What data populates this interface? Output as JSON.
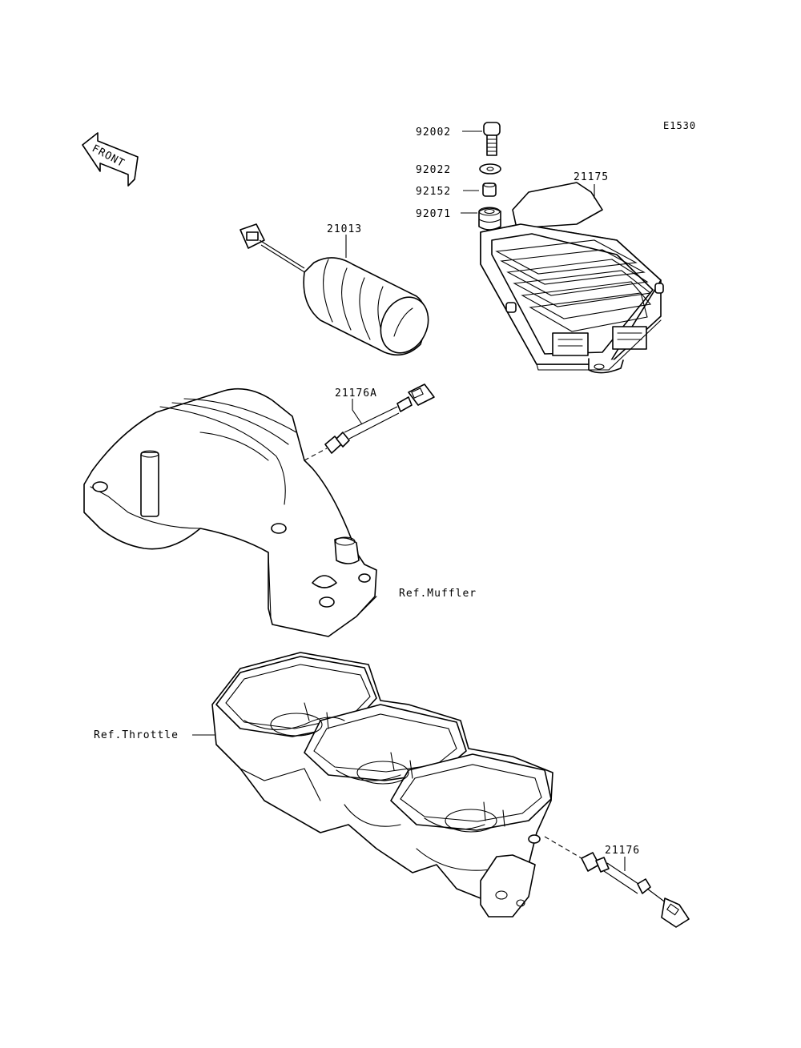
{
  "diagram_code": "E1530",
  "front_label": "FRONT",
  "labels": {
    "p92002": "92002",
    "p92022": "92022",
    "p92152": "92152",
    "p92071": "92071",
    "p21175": "21175",
    "p21013": "21013",
    "p21176A": "21176A",
    "p21176": "21176",
    "ref_muffler": "Ref.Muffler",
    "ref_throttle": "Ref.Throttle"
  }
}
